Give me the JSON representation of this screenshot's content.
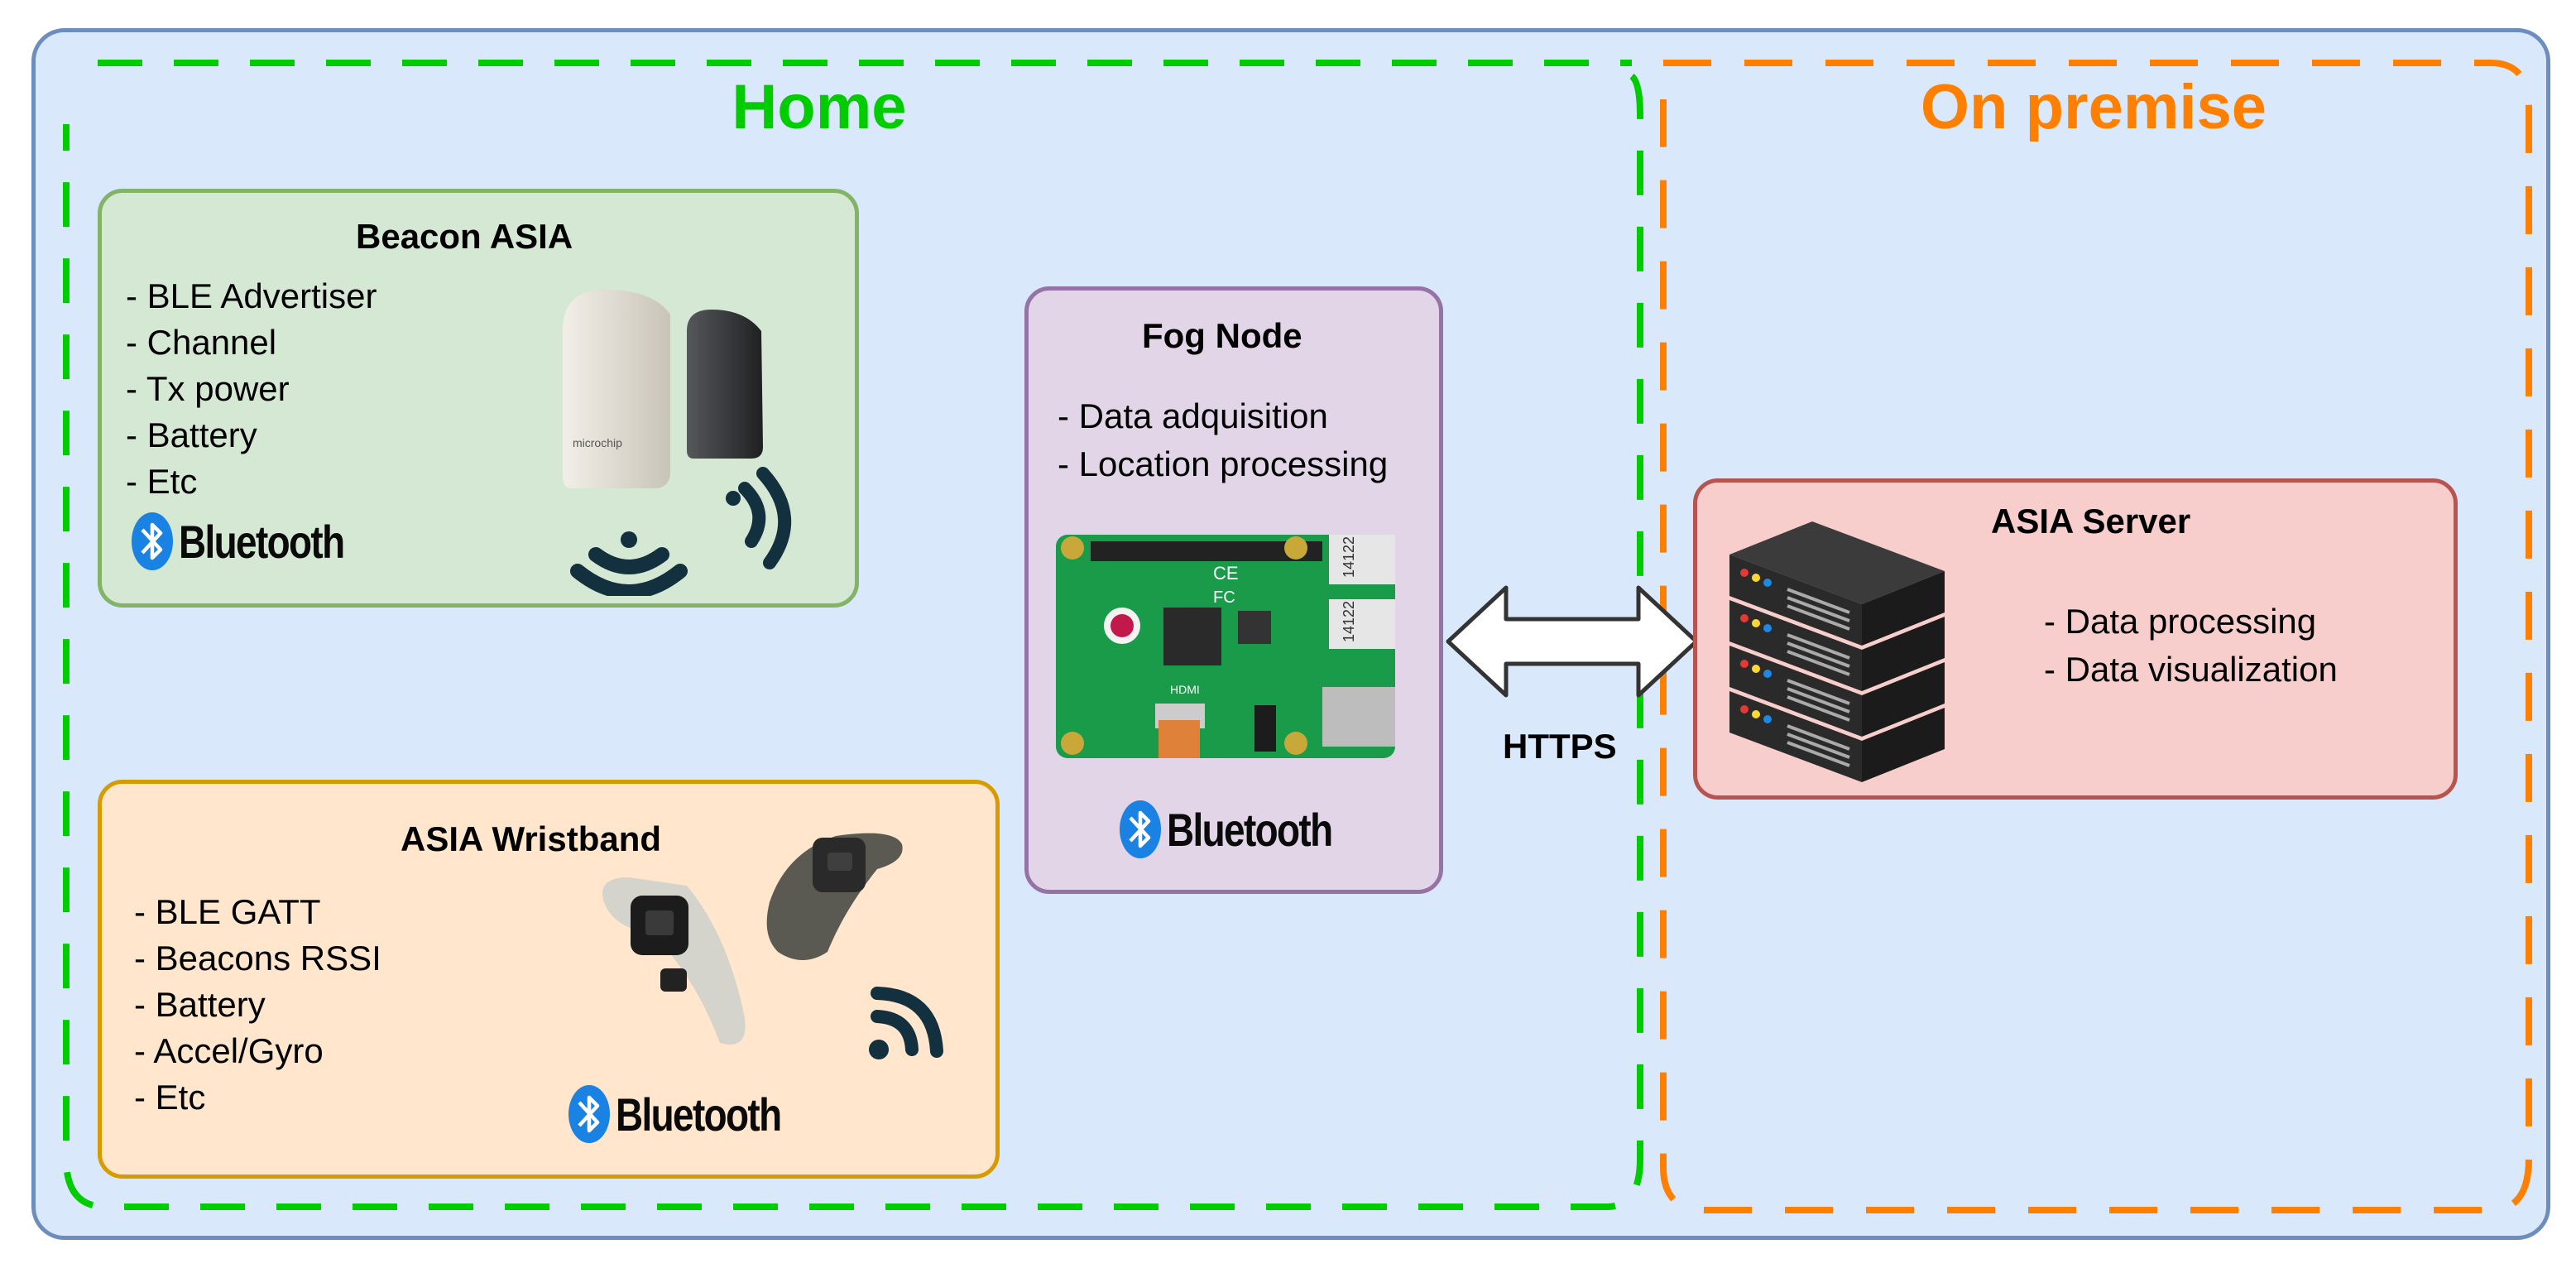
{
  "zones": {
    "home_title": "Home",
    "premise_title": "On premise",
    "home_color": "#00cc00",
    "premise_color": "#ff8000"
  },
  "beacon": {
    "title": "Beacon ASIA",
    "features": [
      "- BLE Advertiser",
      "- Channel",
      "- Tx power",
      "- Battery",
      "- Etc"
    ],
    "bluetooth": "Bluetooth",
    "device_brand": "microchip"
  },
  "wristband": {
    "title": "ASIA Wristband",
    "features": [
      "- BLE GATT",
      "- Beacons RSSI",
      "- Battery",
      "- Accel/Gyro",
      "- Etc"
    ],
    "bluetooth": "Bluetooth"
  },
  "fog": {
    "title": "Fog Node",
    "features": [
      "- Data adquisition",
      "- Location processing"
    ],
    "bluetooth": "Bluetooth",
    "board_marks": {
      "ce": "CE",
      "fcc": "FC",
      "hdmi": "HDMI",
      "usb_a": "14122",
      "usb_b": "14122"
    }
  },
  "link": {
    "label": "HTTPS"
  },
  "server": {
    "title": "ASIA Server",
    "features": [
      "- Data processing",
      "- Data visualization"
    ]
  }
}
